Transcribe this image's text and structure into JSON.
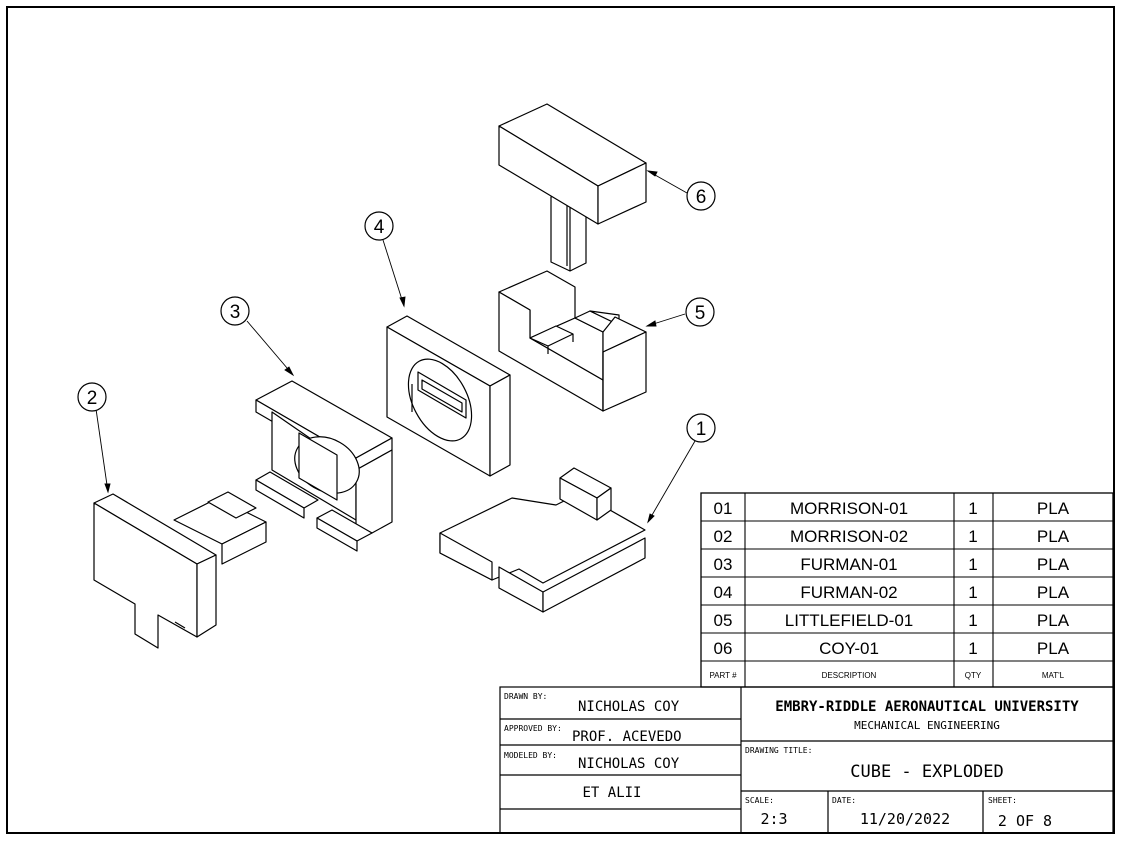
{
  "balloons": [
    "1",
    "2",
    "3",
    "4",
    "5",
    "6"
  ],
  "bom": {
    "rows": [
      {
        "part": "01",
        "description": "MORRISON-01",
        "qty": "1",
        "material": "PLA"
      },
      {
        "part": "02",
        "description": "MORRISON-02",
        "qty": "1",
        "material": "PLA"
      },
      {
        "part": "03",
        "description": "FURMAN-01",
        "qty": "1",
        "material": "PLA"
      },
      {
        "part": "04",
        "description": "FURMAN-02",
        "qty": "1",
        "material": "PLA"
      },
      {
        "part": "05",
        "description": "LITTLEFIELD-01",
        "qty": "1",
        "material": "PLA"
      },
      {
        "part": "06",
        "description": "COY-01",
        "qty": "1",
        "material": "PLA"
      }
    ],
    "headers": {
      "part": "PART #",
      "description": "DESCRIPTION",
      "qty": "QTY",
      "material": "MAT'L"
    }
  },
  "title_block": {
    "drawn_by_label": "DRAWN BY:",
    "drawn_by": "NICHOLAS COY",
    "approved_by_label": "APPROVED BY:",
    "approved_by": "PROF. ACEVEDO",
    "modeled_by_label": "MODELED BY:",
    "modeled_by": "NICHOLAS COY",
    "modeled_by_2": "ET ALII",
    "organization": "EMBRY-RIDDLE AERONAUTICAL UNIVERSITY",
    "department": "MECHANICAL ENGINEERING",
    "drawing_title_label": "DRAWING TITLE:",
    "drawing_title": "CUBE - EXPLODED",
    "scale_label": "SCALE:",
    "scale": "2:3",
    "date_label": "DATE:",
    "date": "11/20/2022",
    "sheet_label": "SHEET:",
    "sheet": "2 OF 8"
  }
}
